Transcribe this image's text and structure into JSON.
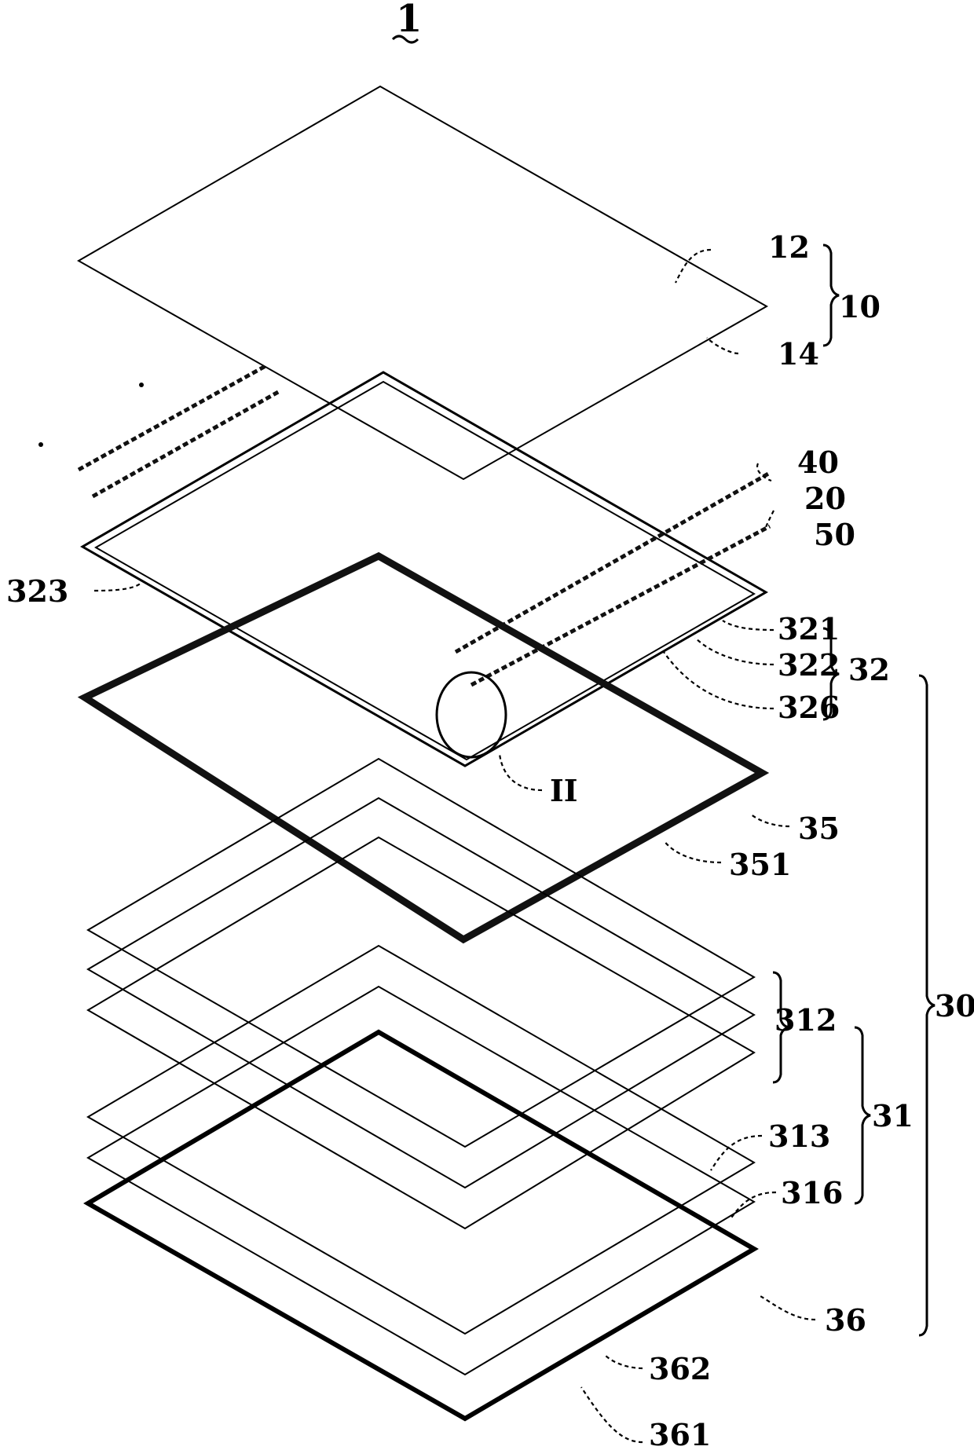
{
  "figure": {
    "number": "1",
    "labels": {
      "l12": "12",
      "l14": "14",
      "l10": "10",
      "l40": "40",
      "l20": "20",
      "l50": "50",
      "l323": "323",
      "l321": "321",
      "l322": "322",
      "l326": "326",
      "l32": "32",
      "l11": "II",
      "l35": "35",
      "l351": "351",
      "l312": "312",
      "l30": "30",
      "l31": "31",
      "l313": "313",
      "l316": "316",
      "l36": "36",
      "l362": "362",
      "l361": "361"
    }
  }
}
